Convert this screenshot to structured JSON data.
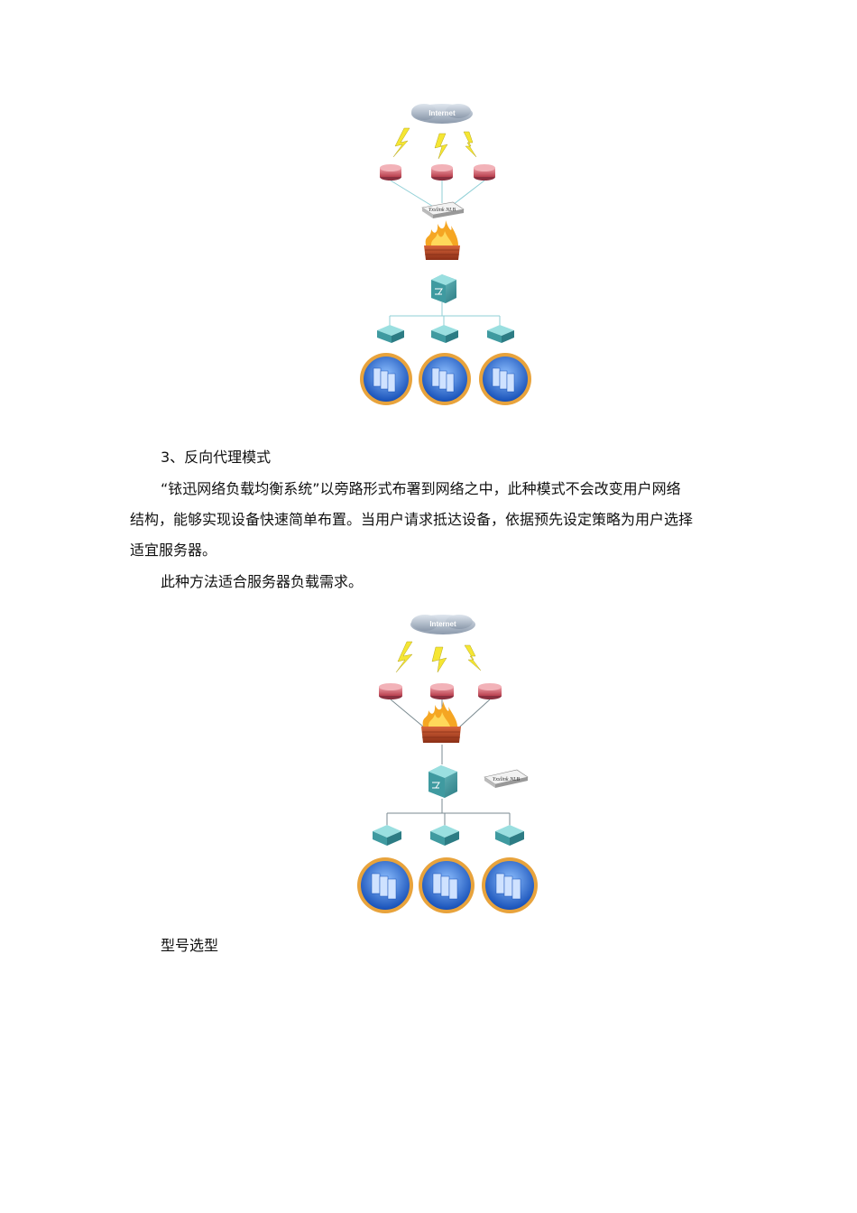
{
  "diagram_1": {
    "cloud_label": "Internet",
    "nlb_label": "Yxxlink NLB"
  },
  "section_heading": "3、反向代理模式",
  "paragraph_1": {
    "line_1": "“铱迅网络负载均衡系统”以旁路形式布署到网络之中，此种模式不会改变用户网络",
    "line_2": "结构，能够实现设备快速简单布置。当用户请求抵达设备，依据预先设定策略为用户选择",
    "line_3": "适宜服务器。"
  },
  "paragraph_2": "此种方法适合服务器负载需求。",
  "diagram_2": {
    "cloud_label": "Internet",
    "nlb_label": "Yxxlink NLB"
  },
  "bottom_heading": "型号选型",
  "colors": {
    "cloud": "#aab8c8",
    "router": "#c9556a",
    "switch": "#3f9aa0",
    "firewall": "#b84a2a",
    "flame": "#f5a623",
    "server_ring": "#e8a33c",
    "server_disc": "#2a6fd1",
    "lightning": "#f5e633",
    "link_line": "#8fcfd6"
  }
}
